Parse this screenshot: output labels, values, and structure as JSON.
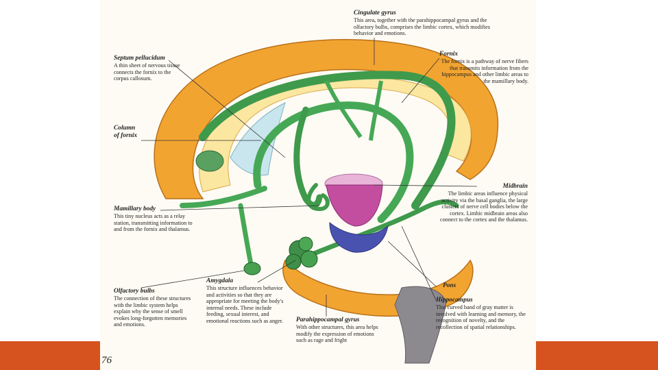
{
  "slide": {
    "accent_color": "#d6531f",
    "page_number": "76"
  },
  "labels": {
    "cingulate": {
      "title": "Cingulate gyrus",
      "desc": "This area, together with the parahippocampal gyrus and the olfactory bulbs, comprises the limbic cortex, which modifies behavior and emotions."
    },
    "septum": {
      "title": "Septum pellucidum",
      "desc": "A thin sheet of nervous tissue connects the fornix to the corpus callosum."
    },
    "fornix": {
      "title": "Fornix",
      "desc": "The fornix is a pathway of nerve fibers that transmits information from the hippocampus and other limbic areas to the mamillary body."
    },
    "column": {
      "title": "Column of fornix"
    },
    "midbrain": {
      "title": "Midbrain",
      "desc": "The limbic areas influence physical activity via the basal ganglia, the large clusters of nerve cell bodies below the cortex. Limbic midbrain areas also connect to the cortex and the thalamus."
    },
    "mamillary": {
      "title": "Mamillary body",
      "desc": "This tiny nucleus acts as a relay station, transmitting information to and from the fornix and thalamus."
    },
    "amygdala": {
      "title": "Amygdala",
      "desc": "This structure influences behavior and activities so that they are appropriate for meeting the body's internal needs. These include feeding, sexual interest, and emotional reactions such as anger."
    },
    "olfactory": {
      "title": "Olfactory bulbs",
      "desc": "The connection of these structures with the limbic system helps explain why the sense of smell evokes long-forgotten memories and emotions."
    },
    "pons": {
      "title": "Pons"
    },
    "hippocampus": {
      "title": "Hippocampus",
      "desc": "This curved band of gray matter is involved with learning and memory, the recognition of novelty, and the recollection of spatial relationships."
    },
    "parahippocampal": {
      "title": "Parahippocampal gyrus",
      "desc": "With other structures, this area helps modify the expression of emotions such as rage and fright"
    }
  }
}
